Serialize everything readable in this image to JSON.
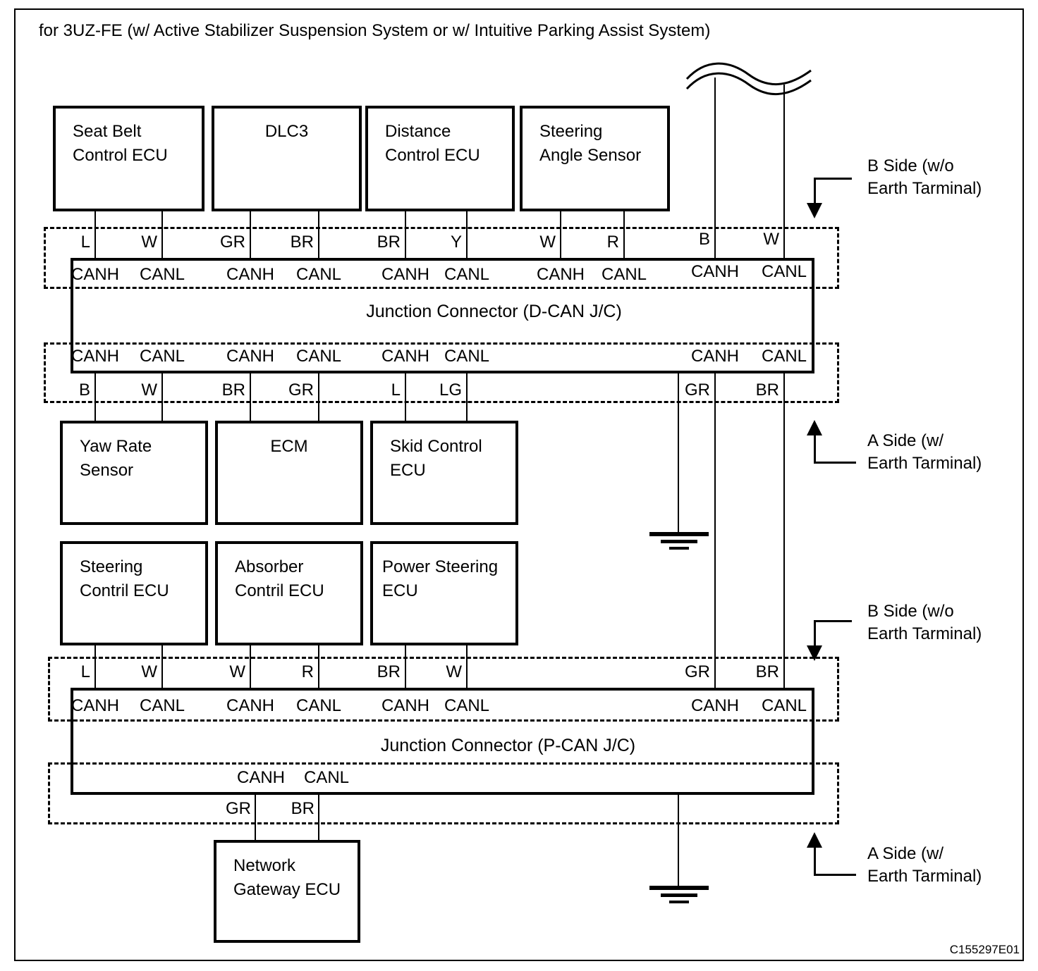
{
  "title": "for 3UZ-FE (w/ Active Stabilizer Suspension System or w/ Intuitive Parking Assist System)",
  "figure_code": "C155297E01",
  "boxes": {
    "seat_belt": "Seat Belt\nControl ECU",
    "dlc3": "DLC3",
    "distance": "Distance\nControl ECU",
    "steering_angle": "Steering\nAngle Sensor",
    "yaw_rate": "Yaw Rate\nSensor",
    "ecm": "ECM",
    "skid": "Skid Control\nECU",
    "steering_control": "Steering\nContril ECU",
    "absorber": "Absorber\nContril ECU",
    "power_steering": "Power Steering\nECU",
    "network_gateway": "Network\nGateway ECU"
  },
  "junctions": {
    "dcan_label": "Junction Connector (D-CAN J/C)",
    "pcan_label": "Junction Connector (P-CAN J/C)"
  },
  "side_notes": {
    "b_side": "B Side (w/o\nEarth Tarminal)",
    "a_side": "A Side (w/\nEarth Tarminal)"
  },
  "pins": {
    "canh": "CANH",
    "canl": "CANL"
  },
  "wire_colors": {
    "dcan_top": [
      "L",
      "W",
      "GR",
      "BR",
      "BR",
      "Y",
      "W",
      "R",
      "B",
      "W"
    ],
    "dcan_bottom": [
      "B",
      "W",
      "BR",
      "GR",
      "L",
      "LG",
      "GR",
      "BR"
    ],
    "pcan_top": [
      "L",
      "W",
      "W",
      "R",
      "BR",
      "W",
      "GR",
      "BR"
    ],
    "pcan_bottom": [
      "GR",
      "BR"
    ]
  },
  "colors": {
    "line": "#000000",
    "background": "#ffffff"
  }
}
